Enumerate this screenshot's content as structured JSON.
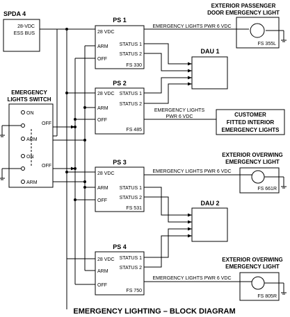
{
  "title": "EMERGENCY LIGHTING – BLOCK DIAGRAM",
  "spda": {
    "name": "SPDA 4",
    "line1": "28-VDC",
    "line2": "ESS BUS"
  },
  "switch": {
    "title_line1": "EMERGENCY",
    "title_line2": "LIGHTS SWITCH",
    "on": "ON",
    "off": "OFF",
    "arm": "ARM"
  },
  "pin_labels": {
    "vdc": "28 VDC",
    "arm": "ARM",
    "off": "OFF",
    "status1": "STATUS 1",
    "status2": "STATUS 2"
  },
  "power_supplies": [
    {
      "name": "PS 1",
      "id": "FS 330"
    },
    {
      "name": "PS 2",
      "id": "FS 485"
    },
    {
      "name": "PS 3",
      "id": "FS 531"
    },
    {
      "name": "PS 4",
      "id": "FS 750"
    }
  ],
  "daus": [
    "DAU 1",
    "DAU 2"
  ],
  "pwr_label": "EMERGENCY LIGHTS PWR 6 VDC",
  "pwr_label_split": [
    "EMERGENCY LIGHTS",
    "PWR 6 VDC"
  ],
  "lights": [
    {
      "title1": "EXTERIOR PASSENGER",
      "title2": "DOOR EMERGENCY LIGHT",
      "id": "FS 355L"
    },
    {
      "title1": "EXTERIOR OVERWING",
      "title2": "EMERGENCY LIGHT",
      "id": "FS 661R"
    },
    {
      "title1": "EXTERIOR OVERWING",
      "title2": "EMERGENCY LIGHT",
      "id": "FS 805R"
    }
  ],
  "customer": {
    "line1": "CUSTOMER",
    "line2": "FITTED INTERIOR",
    "line3": "EMERGENCY LIGHTS"
  }
}
